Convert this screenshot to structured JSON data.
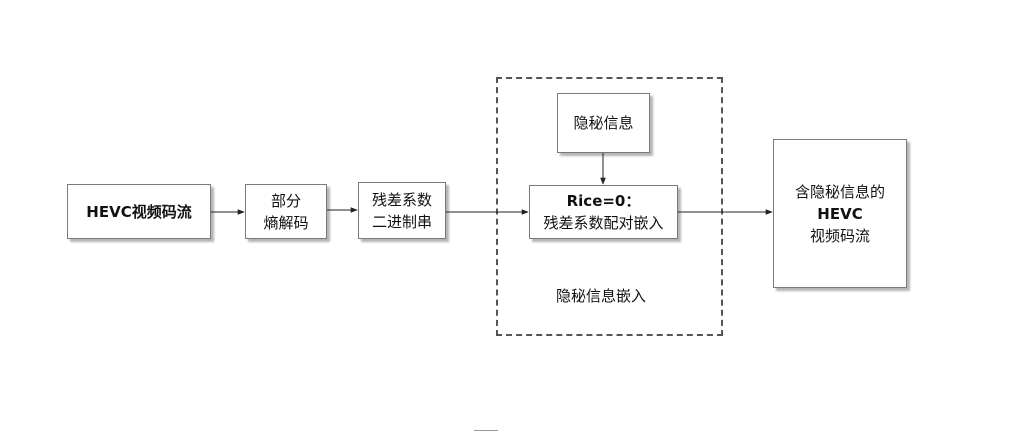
{
  "diagram": {
    "input_stream": "HEVC视频码流",
    "partial_decode": [
      "部分",
      "熵解码"
    ],
    "residual_binary": [
      "残差系数",
      "二进制串"
    ],
    "secret_info": "隐秘信息",
    "rice": [
      "Rice=0：",
      "残差系数配对嵌入"
    ],
    "embed_label": "隐秘信息嵌入",
    "output_stream": [
      "含隐秘信息的",
      "HEVC",
      "视频码流"
    ]
  }
}
